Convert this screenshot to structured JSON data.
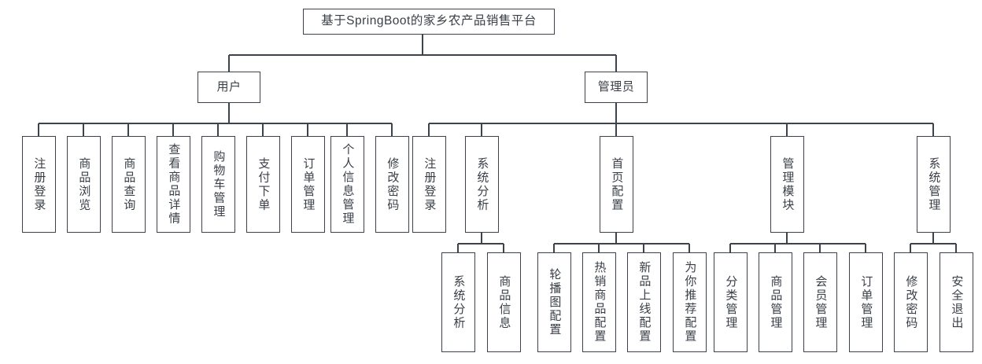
{
  "diagram": {
    "type": "tree",
    "title": "基于SpringBoot的家乡农产品销售平台",
    "orientation": "top-down",
    "line_color": "#3d434d",
    "box_fill": "#ffffff",
    "text_color": "#3a3f47"
  },
  "nodes": {
    "root": {
      "label": "基于SpringBoot的家乡农产品销售平台"
    },
    "user": {
      "label": "用户"
    },
    "admin": {
      "label": "管理员"
    },
    "user_children": [
      {
        "label": "注册登录"
      },
      {
        "label": "商品浏览"
      },
      {
        "label": "商品查询"
      },
      {
        "label": "查看商品详情"
      },
      {
        "label": "购物车管理"
      },
      {
        "label": "支付下单"
      },
      {
        "label": "订单管理"
      },
      {
        "label": "个人信息管理"
      },
      {
        "label": "修改密码"
      }
    ],
    "admin_children": [
      {
        "label": "注册登录"
      },
      {
        "label": "系统分析"
      },
      {
        "label": "首页配置"
      },
      {
        "label": "管理模块"
      },
      {
        "label": "系统管理"
      }
    ],
    "system_analysis_children": [
      {
        "label": "系统分析"
      },
      {
        "label": "商品信息"
      }
    ],
    "homepage_config_children": [
      {
        "label": "轮播图配置"
      },
      {
        "label": "热销商品配置"
      },
      {
        "label": "新品上线配置"
      },
      {
        "label": "为你推荐配置"
      }
    ],
    "manage_module_children": [
      {
        "label": "分类管理"
      },
      {
        "label": "商品管理"
      },
      {
        "label": "会员管理"
      },
      {
        "label": "订单管理"
      }
    ],
    "system_manage_children": [
      {
        "label": "修改密码"
      },
      {
        "label": "安全退出"
      }
    ]
  }
}
